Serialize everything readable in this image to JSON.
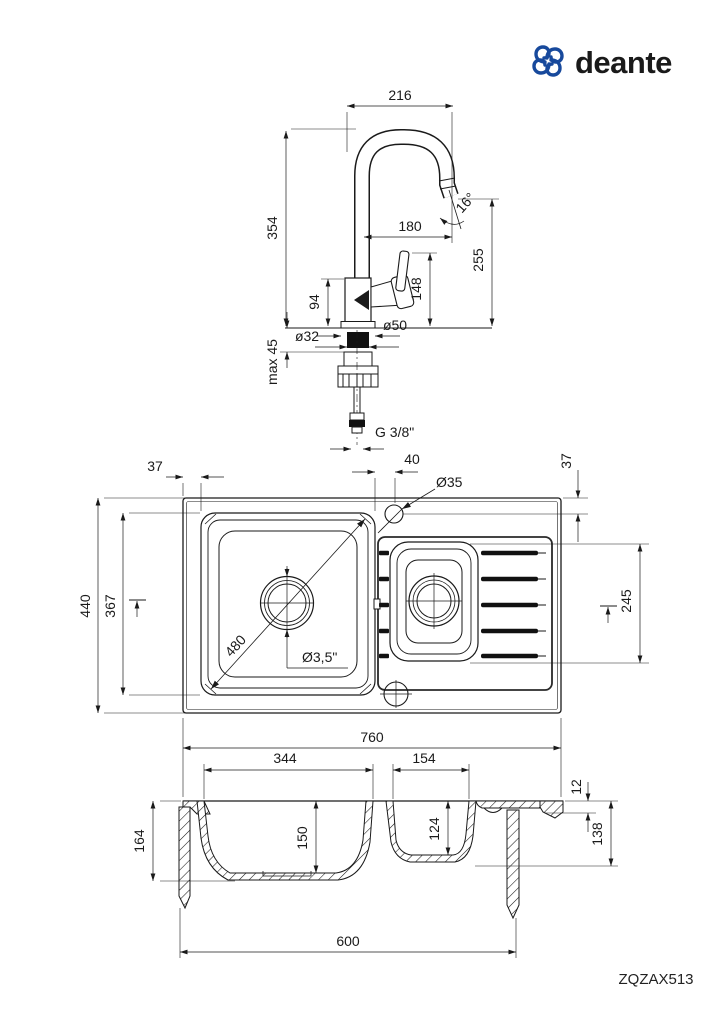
{
  "brand": {
    "name": "deante"
  },
  "product_code": "ZQZAX513",
  "colors": {
    "brand_blue": "#17499c",
    "line": "#1a1a1a"
  },
  "faucet_view": {
    "spout_width": "216",
    "total_height": "354",
    "spout_reach": "180",
    "spout_angle": "16°",
    "outlet_height": "255",
    "lever_height": "148",
    "body_height": "94",
    "hole_diameter": "ø32",
    "base_diameter": "ø50",
    "max_counter_thickness": "max 45",
    "connection_thread": "G 3/8\""
  },
  "top_view": {
    "edge_offset_left": "37",
    "hole_to_bowl": "40",
    "tap_hole_diameter": "Ø35",
    "edge_offset_top": "37",
    "sink_depth": "440",
    "bowl_length": "367",
    "bowl_diagonal": "480",
    "drain_diameter": "Ø3,5\"",
    "small_bowl_length": "245",
    "sink_width": "760"
  },
  "section_view": {
    "bowl_width": "344",
    "small_bowl_width": "154",
    "rim_thickness": "12",
    "left_depth": "164",
    "bowl_depth": "150",
    "small_bowl_depth": "124",
    "right_depth": "138",
    "cabinet_width": "600"
  }
}
